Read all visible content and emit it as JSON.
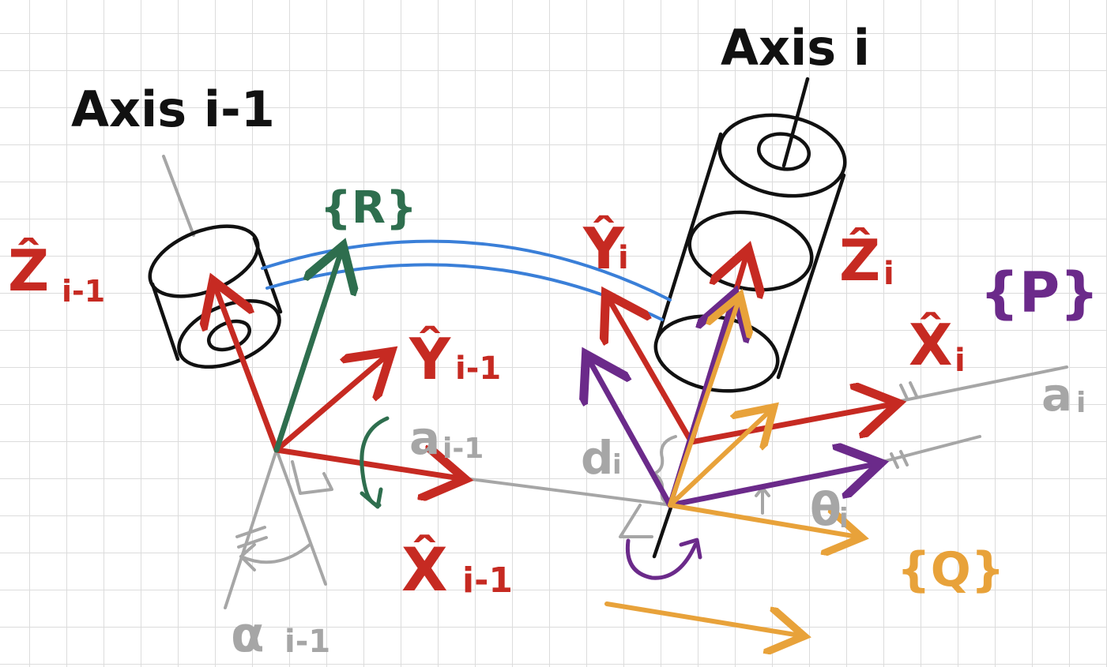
{
  "colors": {
    "black": "#111111",
    "red": "#c62a22",
    "green": "#2e6e4e",
    "blue": "#3a7fd8",
    "purple": "#6b2a8a",
    "orange": "#e8a23a",
    "gray": "#a6a6a6"
  },
  "labels": {
    "axis_prev": "Axis i-1",
    "axis_cur": "Axis i",
    "frame_r": "{R}",
    "frame_p": "{P}",
    "frame_q": "{Q}",
    "z_prev": "Ẑ",
    "z_prev_sub": "i-1",
    "y_prev": "Ŷ",
    "y_prev_sub": "i-1",
    "x_prev": "X̂",
    "x_prev_sub": "i-1",
    "y_cur": "Ŷ",
    "y_cur_sub": "i",
    "z_cur": "Ẑ",
    "z_cur_sub": "i",
    "x_cur": "X̂",
    "x_cur_sub": "i",
    "a_prev": "a",
    "a_prev_sub": "i-1",
    "a_cur": "a",
    "a_cur_sub": "i",
    "d_cur": "d",
    "d_cur_sub": "i",
    "theta": "θ",
    "theta_sub": "i",
    "alpha": "α",
    "alpha_sub": "i-1"
  }
}
